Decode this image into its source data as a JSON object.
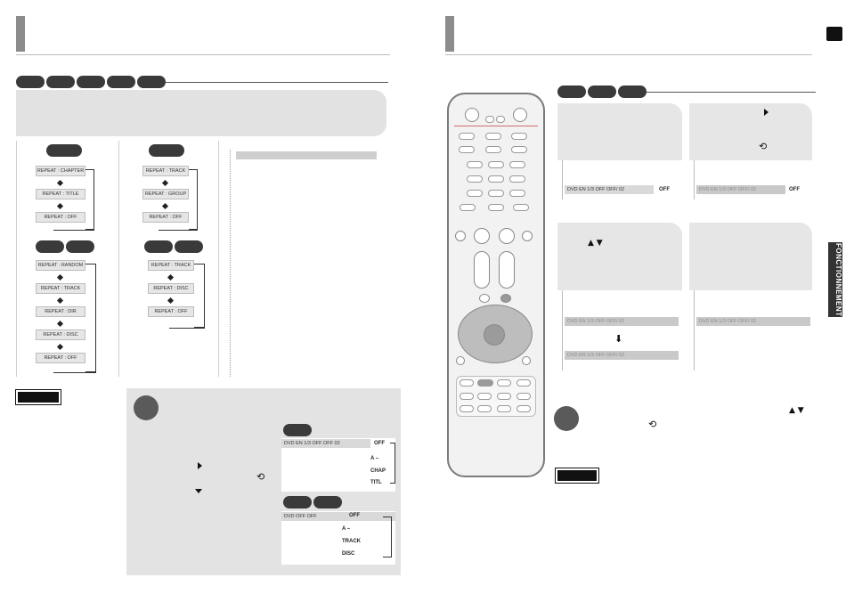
{
  "left_page": {
    "repeat_dvd": [
      "REPEAT : CHAPTER",
      "REPEAT : TITLE",
      "REPEAT : OFF"
    ],
    "repeat_group": [
      "REPEAT : TRACK",
      "REPEAT : GROUP",
      "REPEAT : OFF"
    ],
    "repeat_mp3": [
      "REPEAT : RANDOM",
      "REPEAT : TRACK",
      "REPEAT : DIR",
      "REPEAT : DISC",
      "REPEAT : OFF"
    ],
    "repeat_cd": [
      "REPEAT : TRACK",
      "REPEAT : DISC",
      "REPEAT : OFF"
    ],
    "osd_dvd": {
      "bar": "DVD  EN 1/3  OFF  OFF  02",
      "status": "OFF",
      "options": [
        "A –",
        "CHAP",
        "TITL"
      ]
    },
    "osd_cd": {
      "bar": "DVD  OFF  OFF",
      "status": "OFF",
      "options": [
        "A –",
        "TRACK",
        "DISC"
      ]
    }
  },
  "right_page": {
    "osd_top": {
      "bar": "DVD  EN 1/3  OFF  OFF/ 02",
      "status": "OFF"
    },
    "osd_top_dim": {
      "bar": "DVD  EN 1/3  OFF  OFF/ 02",
      "status": "OFF"
    },
    "osd_mid": {
      "bar": "DVD  EN 1/3  OFF  OFF/ 02"
    },
    "osd_mid_dim": {
      "bar": "DVD  EN 1/3  OFF  OFF/ 02"
    },
    "osd_low": {
      "bar": "DVD  EN 1/3  OFF  OFF/ 02"
    },
    "side_tab": "FONCTIONNEMENT"
  },
  "colors": {
    "dark_pill": "#3a3a3a",
    "panel_grey": "#e2e2e2",
    "chip_grey": "#e6e6e6"
  },
  "icons": [
    "repeat-icon",
    "play-arrow-icon",
    "down-arrow-icon",
    "up-down-arrow-icon",
    "remote-control"
  ]
}
